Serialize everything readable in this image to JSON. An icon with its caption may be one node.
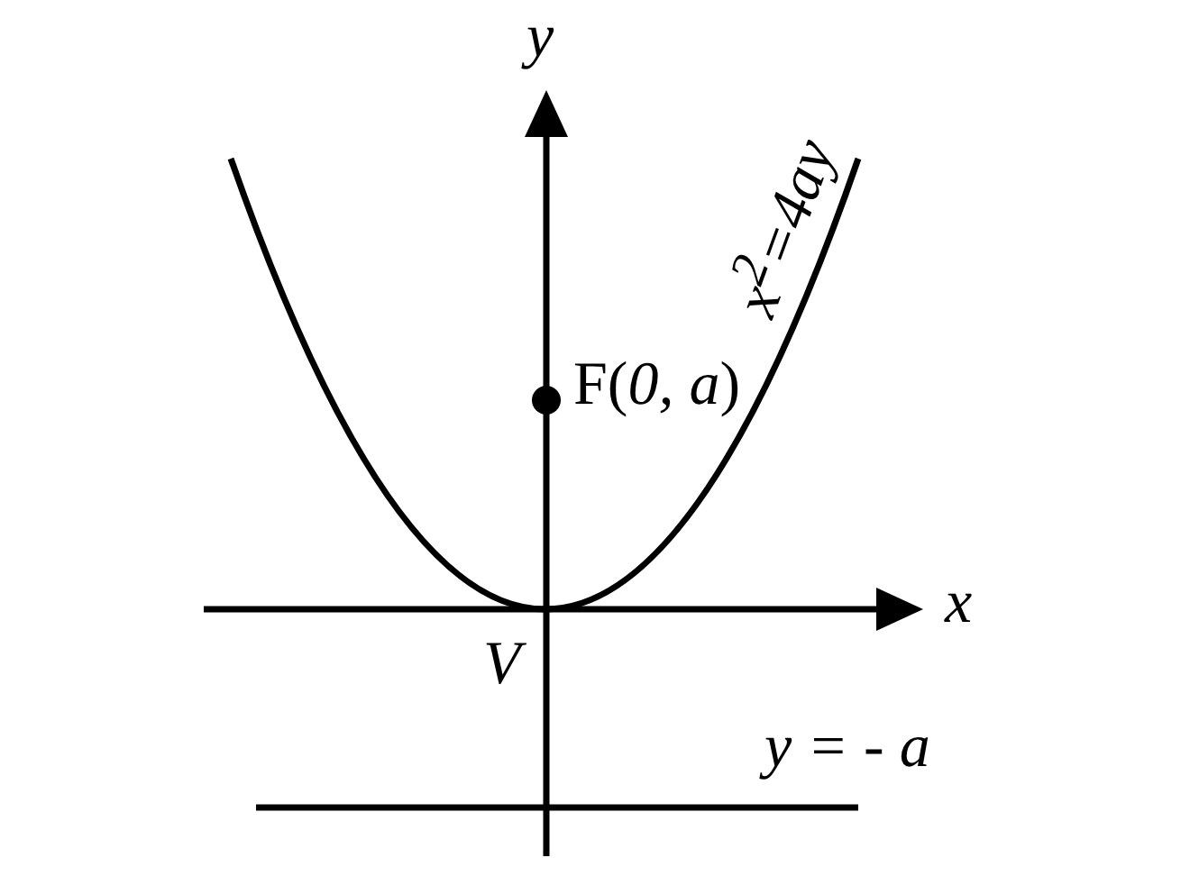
{
  "diagram": {
    "labels": [
      "y",
      "x$^{2}$=4ay",
      "F(*0, a*)",
      "x",
      "V",
      "y = - a"
    ]
  }
}
